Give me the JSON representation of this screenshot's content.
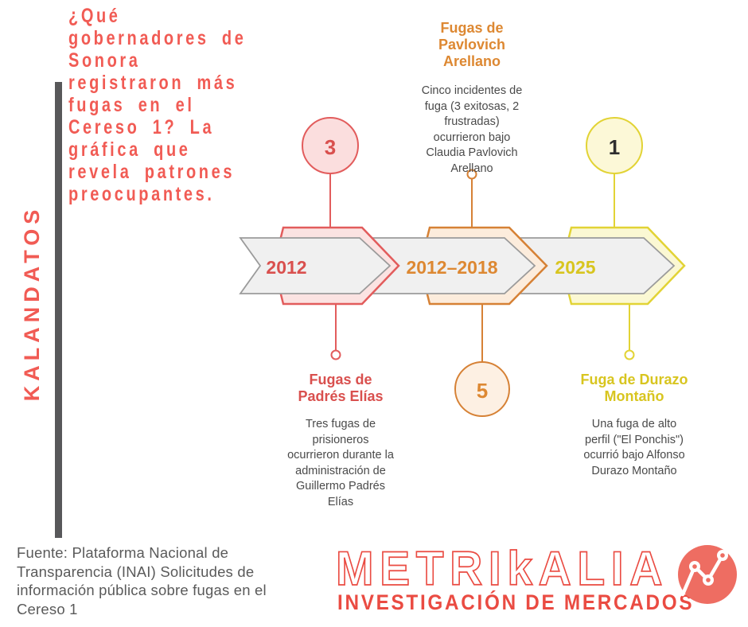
{
  "brand": {
    "vertical_label": "KALANDATOS",
    "logo_name": "METRIkALIA",
    "logo_tagline": "INVESTIGACIÓN DE MERCADOS"
  },
  "headline": "¿Qué\ngobernadores de\nSonora\nregistraron más\nfugas en el\nCereso 1? La\ngráfica que\nrevela patrones\npreocupantes.",
  "timeline": {
    "segments": [
      {
        "year": "2012",
        "count": "3",
        "header": "Fugas de\nPadrés Elías",
        "description": "Tres fugas de\nprisioneros\nocurrieron durante la\nadministración de\nGuillermo Padrés\nElías"
      },
      {
        "year": "2012–2018",
        "count": "5",
        "header": "Fugas de\nPavlovich\nArellano",
        "description": "Cinco incidentes de\nfuga (3 exitosas, 2\nfrustradas)\nocurrieron bajo\nClaudia Pavlovich\nArellano"
      },
      {
        "year": "2025",
        "count": "1",
        "header": "Fuga de Durazo\nMontaño",
        "description": "Una fuga de alto\nperfil (\"El Ponchis\")\nocurrió bajo Alfonso\nDurazo Montaño"
      }
    ]
  },
  "source_note": "Fuente: Plataforma Nacional de\nTransparencia (INAI) Solicitudes de\ninformación pública sobre fugas en el\nCereso 1",
  "colors": {
    "brand-red": "#f15b54",
    "bar-gray": "#58585a",
    "banner-fill": "#f0f0f0",
    "banner-stroke": "#9b9b9b",
    "red": "#e25c5c",
    "red-fill": "#fbe3e2",
    "red-circle-fill": "#fbdede",
    "red-text": "#d9504e",
    "orange": "#d68135",
    "orange-fill": "#fcecdc",
    "orange-circle-fill": "#fdf0e3",
    "orange-text": "#dd8832",
    "yellow": "#e2d335",
    "yellow-fill": "#fbf8d3",
    "yellow-circle-fill": "#fcf8d7",
    "yellow-text": "#d8c51f",
    "number-dark": "#2e2e2e",
    "body-text": "#4a4a4a",
    "source-text": "#5a5a5a",
    "logo-red": "#ea4b42",
    "logo-circle": "#ee6d62"
  }
}
